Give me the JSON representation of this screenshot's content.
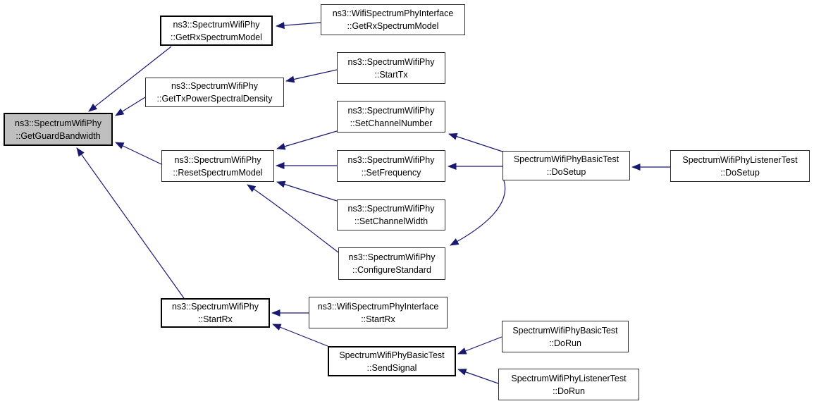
{
  "diagram": {
    "type": "caller-graph",
    "root_function": "ns3::SpectrumWifiPhy::GetGuardBandwidth",
    "background_color": "#ffffff",
    "edge_color": "#191970",
    "node_fill": "#ffffff",
    "highlight_node_fill": "#bfbfbf",
    "node_border_color": "#000000",
    "text_color": "#000000"
  },
  "nodes": {
    "get_guard_bandwidth": {
      "line1": "ns3::SpectrumWifiPhy",
      "line2": "::GetGuardBandwidth"
    },
    "spectrum_get_rx_spectrum_model": {
      "line1": "ns3::SpectrumWifiPhy",
      "line2": "::GetRxSpectrumModel"
    },
    "interface_get_rx_spectrum_model": {
      "line1": "ns3::WifiSpectrumPhyInterface",
      "line2": "::GetRxSpectrumModel"
    },
    "get_tx_power_spectral_density": {
      "line1": "ns3::SpectrumWifiPhy",
      "line2": "::GetTxPowerSpectralDensity"
    },
    "start_tx": {
      "line1": "ns3::SpectrumWifiPhy",
      "line2": "::StartTx"
    },
    "set_channel_number": {
      "line1": "ns3::SpectrumWifiPhy",
      "line2": "::SetChannelNumber"
    },
    "reset_spectrum_model": {
      "line1": "ns3::SpectrumWifiPhy",
      "line2": "::ResetSpectrumModel"
    },
    "set_frequency": {
      "line1": "ns3::SpectrumWifiPhy",
      "line2": "::SetFrequency"
    },
    "set_channel_width": {
      "line1": "ns3::SpectrumWifiPhy",
      "line2": "::SetChannelWidth"
    },
    "configure_standard": {
      "line1": "ns3::SpectrumWifiPhy",
      "line2": "::ConfigureStandard"
    },
    "basic_test_do_setup": {
      "line1": "SpectrumWifiPhyBasicTest",
      "line2": "::DoSetup"
    },
    "listener_test_do_setup": {
      "line1": "SpectrumWifiPhyListenerTest",
      "line2": "::DoSetup"
    },
    "start_rx": {
      "line1": "ns3::SpectrumWifiPhy",
      "line2": "::StartRx"
    },
    "interface_start_rx": {
      "line1": "ns3::WifiSpectrumPhyInterface",
      "line2": "::StartRx"
    },
    "send_signal": {
      "line1": "SpectrumWifiPhyBasicTest",
      "line2": "::SendSignal"
    },
    "basic_test_do_run": {
      "line1": "SpectrumWifiPhyBasicTest",
      "line2": "::DoRun"
    },
    "listener_test_do_run": {
      "line1": "SpectrumWifiPhyListenerTest",
      "line2": "::DoRun"
    }
  },
  "edges": [
    {
      "from": "interface_get_rx_spectrum_model",
      "to": "spectrum_get_rx_spectrum_model"
    },
    {
      "from": "spectrum_get_rx_spectrum_model",
      "to": "get_guard_bandwidth"
    },
    {
      "from": "start_tx",
      "to": "get_tx_power_spectral_density"
    },
    {
      "from": "get_tx_power_spectral_density",
      "to": "get_guard_bandwidth"
    },
    {
      "from": "set_channel_number",
      "to": "reset_spectrum_model"
    },
    {
      "from": "reset_spectrum_model",
      "to": "get_guard_bandwidth"
    },
    {
      "from": "set_frequency",
      "to": "reset_spectrum_model"
    },
    {
      "from": "set_channel_width",
      "to": "reset_spectrum_model"
    },
    {
      "from": "configure_standard",
      "to": "reset_spectrum_model"
    },
    {
      "from": "basic_test_do_setup",
      "to": "set_channel_number"
    },
    {
      "from": "basic_test_do_setup",
      "to": "set_frequency"
    },
    {
      "from": "basic_test_do_setup",
      "to": "configure_standard"
    },
    {
      "from": "listener_test_do_setup",
      "to": "basic_test_do_setup"
    },
    {
      "from": "start_rx",
      "to": "get_guard_bandwidth"
    },
    {
      "from": "interface_start_rx",
      "to": "start_rx"
    },
    {
      "from": "send_signal",
      "to": "start_rx"
    },
    {
      "from": "basic_test_do_run",
      "to": "send_signal"
    },
    {
      "from": "listener_test_do_run",
      "to": "send_signal"
    }
  ]
}
